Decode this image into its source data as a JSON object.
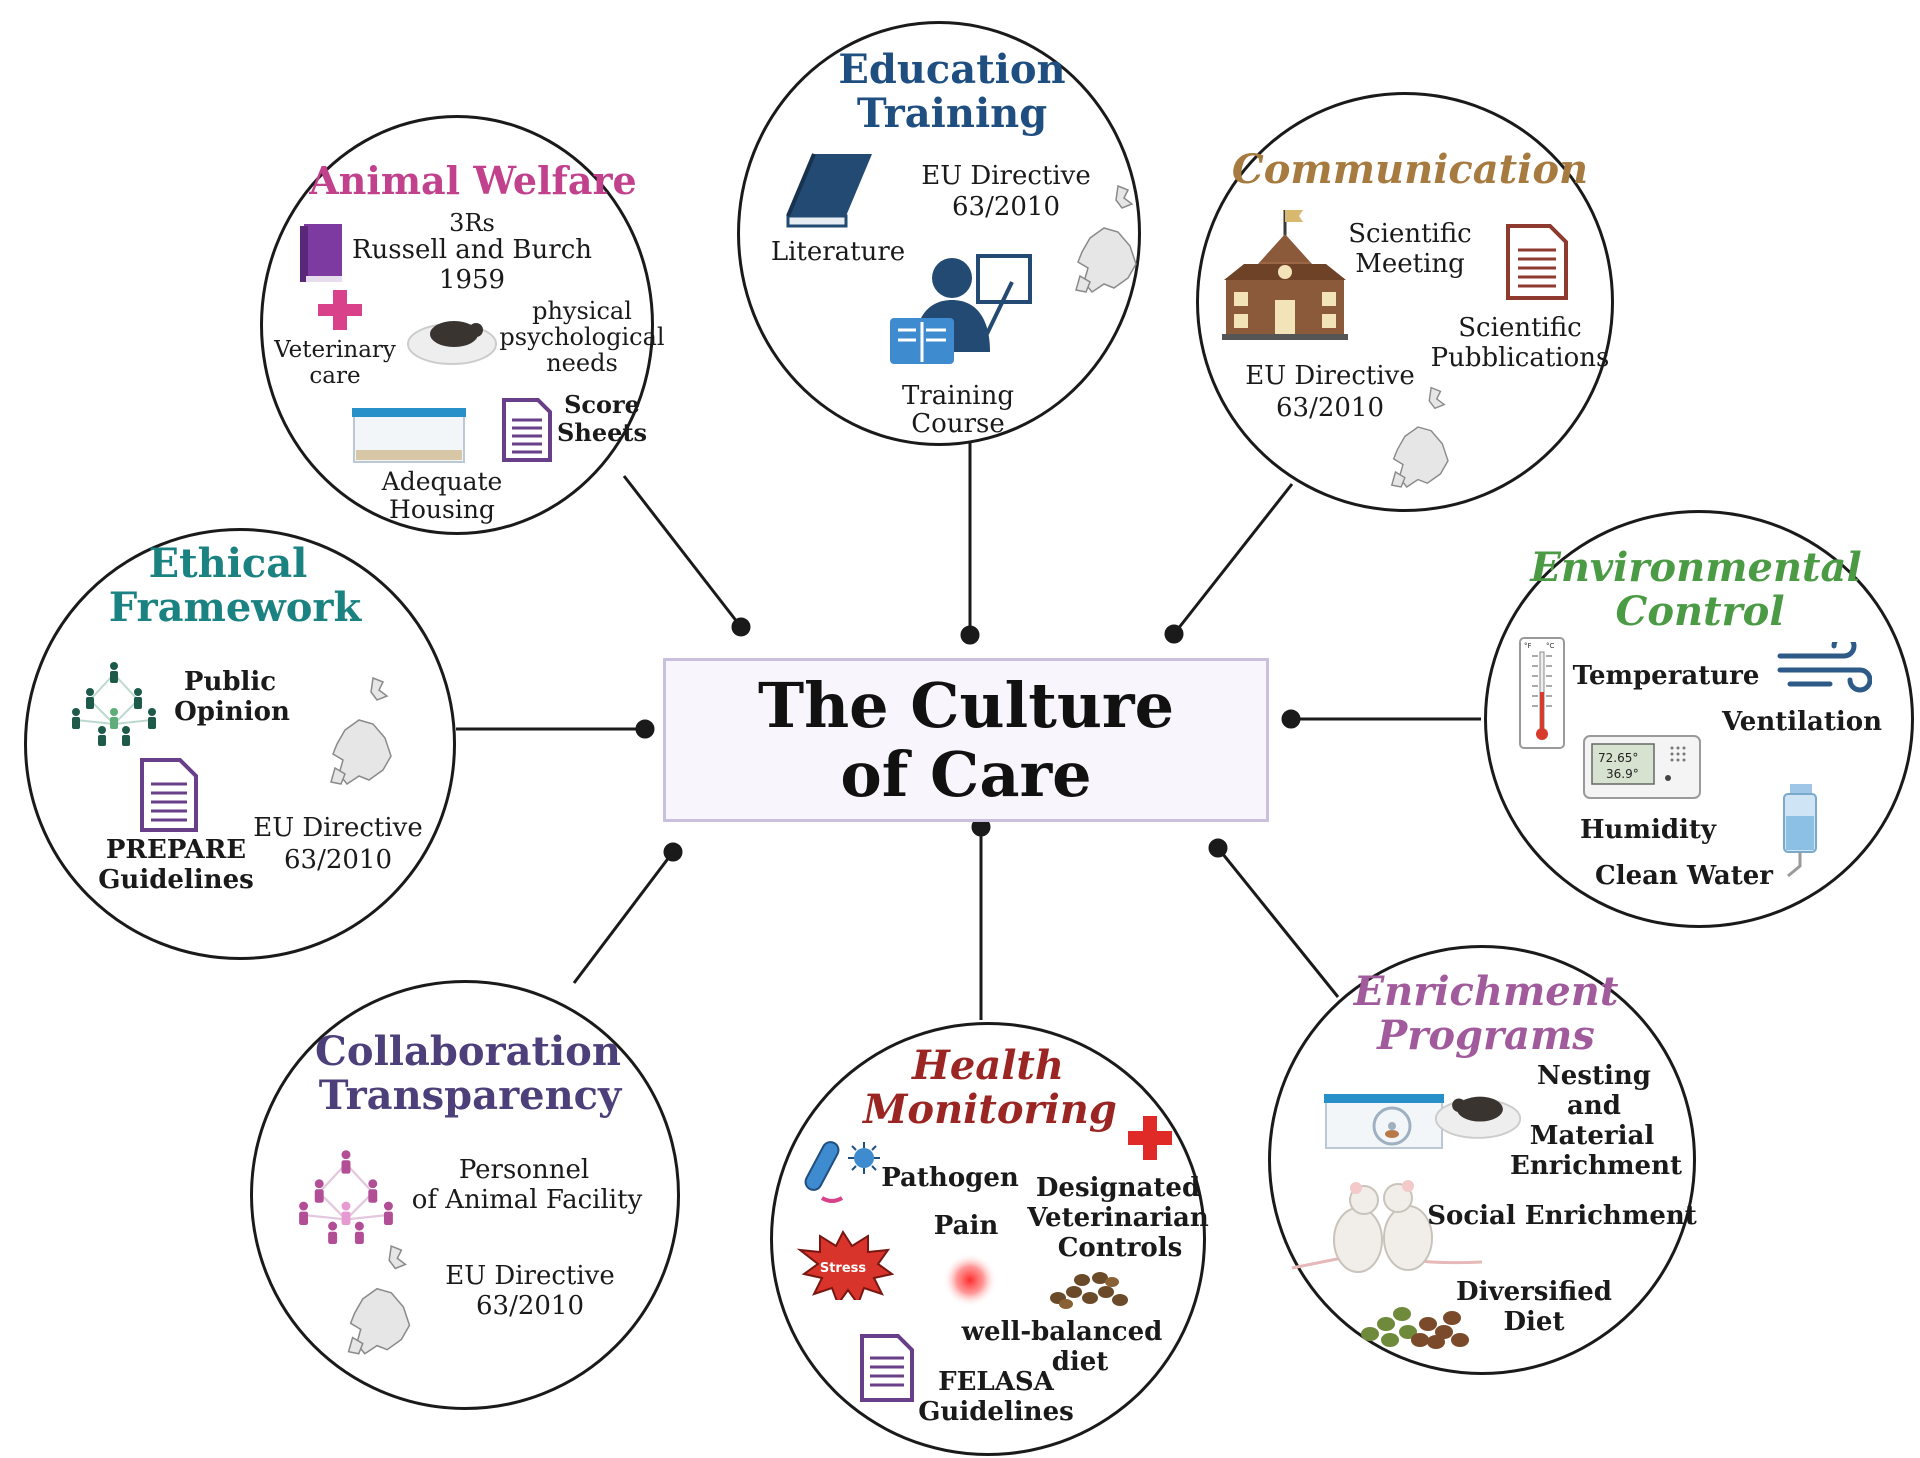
{
  "center": {
    "title": "The Culture of Care"
  },
  "colors": {
    "animal_welfare": "#c2418c",
    "education": "#1f4e80",
    "communication": "#a77a3f",
    "ethical": "#1a8280",
    "environmental": "#4b9a44",
    "collaboration": "#4d3f7a",
    "health": "#9b2523",
    "enrichment": "#a15b9c"
  },
  "animal_welfare": {
    "title": "Animal Welfare",
    "three_rs": "3Rs",
    "russell": "Russell and Burch",
    "year": "1959",
    "vet_line1": "Veterinary",
    "vet_line2": "care",
    "needs_line1": "physical",
    "needs_line2": "psychological",
    "needs_line3": "needs",
    "score_line1": "Score",
    "score_line2": "Sheets",
    "housing_line1": "Adequate",
    "housing_line2": "Housing",
    "icons": [
      "book-icon",
      "medical-cross-icon",
      "mouse-nest-icon",
      "cage-icon",
      "document-icon"
    ]
  },
  "education": {
    "title_line1": "Education",
    "title_line2": "Training",
    "directive_line1": "EU Directive",
    "directive_line2": "63/2010",
    "literature": "Literature",
    "course_line1": "Training",
    "course_line2": "Course",
    "icons": [
      "book-icon",
      "teacher-icon",
      "europe-map-icon"
    ]
  },
  "communication": {
    "title": "Communication",
    "meeting_line1": "Scientific",
    "meeting_line2": "Meeting",
    "pub_line1": "Scientific",
    "pub_line2": "Pubblications",
    "directive_line1": "EU Directive",
    "directive_line2": "63/2010",
    "icons": [
      "school-building-icon",
      "document-icon",
      "europe-map-icon"
    ]
  },
  "ethical": {
    "title_line1": "Ethical",
    "title_line2": "Framework",
    "opinion_line1": "Public",
    "opinion_line2": "Opinion",
    "prepare_line1": "PREPARE",
    "prepare_line2": "Guidelines",
    "directive_line1": "EU Directive",
    "directive_line2": "63/2010",
    "icons": [
      "people-network-icon",
      "document-icon",
      "europe-map-icon"
    ]
  },
  "environmental": {
    "title_line1": "Environmental",
    "title_line2": "Control",
    "temperature": "Temperature",
    "ventilation": "Ventilation",
    "humidity": "Humidity",
    "water": "Clean Water",
    "thermo_f": "°F",
    "thermo_c": "°C",
    "meter_line1": "72.65°",
    "meter_line2": "36.9°",
    "icons": [
      "thermometer-icon",
      "wind-icon",
      "hygrometer-icon",
      "water-bottle-icon"
    ]
  },
  "collaboration": {
    "title_line1": "Collaboration",
    "title_line2": "Transparency",
    "personnel_line1": "Personnel",
    "personnel_line2": "of Animal Facility",
    "directive_line1": "EU Directive",
    "directive_line2": "63/2010",
    "icons": [
      "people-network-icon",
      "europe-map-icon"
    ]
  },
  "health": {
    "title_line1": "Health",
    "title_line2": "Monitoring",
    "pathogen": "Pathogen",
    "pain": "Pain",
    "vet_line1": "Designated",
    "vet_line2": "Veterinarian",
    "vet_line3": "Controls",
    "stress": "Stress",
    "diet_line1": "well-balanced",
    "diet_line2": "diet",
    "felasa_line1": "FELASA",
    "felasa_line2": "Guidelines",
    "icons": [
      "bacteria-icon",
      "virus-icon",
      "medical-cross-icon",
      "stress-burst-icon",
      "pain-spot-icon",
      "pellets-icon",
      "document-icon"
    ]
  },
  "enrichment": {
    "title_line1": "Enrichment",
    "title_line2": "Programs",
    "nesting_line1": "Nesting",
    "nesting_line2": "and",
    "nesting_line3": "Material",
    "nesting_line4": "Enrichment",
    "social": "Social Enrichment",
    "diet_line1": "Diversified",
    "diet_line2": "Diet",
    "icons": [
      "cage-wheel-icon",
      "mouse-nest-icon",
      "rats-icon",
      "pellets-icon"
    ]
  }
}
